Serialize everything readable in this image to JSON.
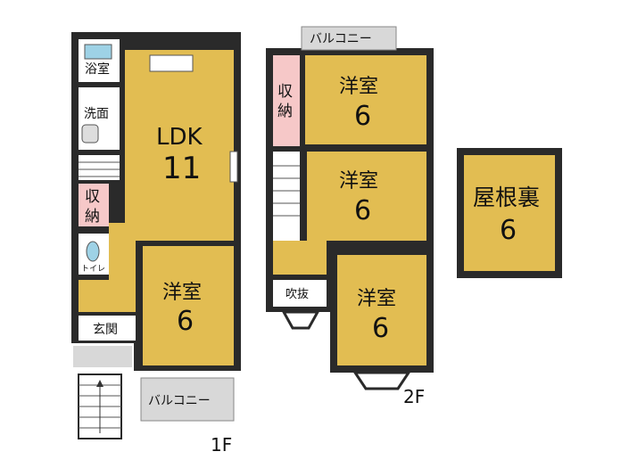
{
  "floor1": {
    "label": "1F",
    "rooms": {
      "bath": "浴室",
      "washroom": "洗面",
      "ldk_name": "LDK",
      "ldk_size": "11",
      "storage_line1": "収",
      "storage_line2": "納",
      "toilet": "トイレ",
      "western_name": "洋室",
      "western_size": "6",
      "entrance": "玄関",
      "balcony": "バルコニー"
    }
  },
  "floor2": {
    "label": "2F",
    "rooms": {
      "balcony": "バルコニー",
      "storage_line1": "収",
      "storage_line2": "納",
      "room_top_name": "洋室",
      "room_top_size": "6",
      "room_mid_name": "洋室",
      "room_mid_size": "6",
      "room_bottom_name": "洋室",
      "room_bottom_size": "6",
      "void": "吹抜"
    }
  },
  "attic": {
    "name": "屋根裏",
    "size": "6"
  },
  "colors": {
    "wall": "#2a2a2a",
    "room_fill": "#e2bd52",
    "storage_fill": "#f6c8c8",
    "wet_fill": "#ffffff",
    "balcony_fill": "#d8d8d8",
    "hall_fill": "#e2bd52"
  }
}
